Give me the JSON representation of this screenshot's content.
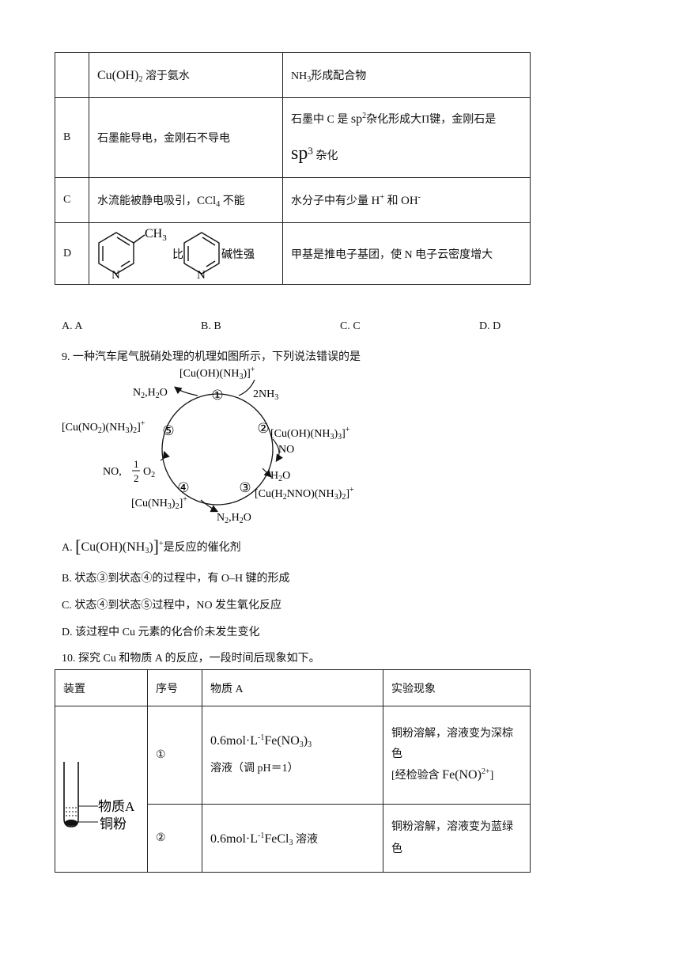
{
  "table1": {
    "rowA": {
      "label": "",
      "fact": "溶于氨水",
      "fact_formula": "Cu(OH)2",
      "reason": "形成配合物",
      "reason_formula": "NH3"
    },
    "rowB": {
      "label": "B",
      "fact": "石墨能导电，金刚石不导电",
      "reason_part1": "石墨中 C 是 ",
      "reason_sp2": "sp",
      "reason_part2": "杂化形成大Π键，金刚石是",
      "reason_sp3": "sp",
      "reason_part3": "杂化"
    },
    "rowC": {
      "label": "C",
      "fact_part1": "水流能被静电吸引，",
      "fact_formula": "CCl",
      "fact_part2": "不能",
      "reason_part1": "水分子中有少量 ",
      "reason_h": "H",
      "reason_and": " 和 ",
      "reason_oh": "OH"
    },
    "rowD": {
      "label": "D",
      "compare": "比",
      "strong": "碱性强",
      "methyl": "CH",
      "n1": "N",
      "n2": "N",
      "reason": "甲基是推电子基团，使 N 电子云密度增大"
    }
  },
  "options8": [
    "A. A",
    "B. B",
    "C. C",
    "D. D"
  ],
  "q9": {
    "stem": "9. 一种汽车尾气脱硝处理的机理如图所示，下列说法错误的是",
    "diagram": {
      "s1": "①",
      "s2": "②",
      "s3": "③",
      "s4": "④",
      "s5": "⑤",
      "c1": "[Cu(OH)(NH",
      "c2": "[Cu(OH)(NH",
      "c3": "[Cu(H",
      "c4": "[Cu(NH",
      "c5": "[Cu(NO",
      "nh3": "2NH",
      "no": "NO",
      "h2o": "H",
      "n2h2o_top": "N",
      "n2h2o_bot": "N",
      "no_o2": "NO,",
      "half_num": "1",
      "half_den": "2",
      "o2": "O"
    },
    "choices": {
      "A_text": "是反应的催化剂",
      "B": "B. 状态③到状态④的过程中，有 O–H 键的形成",
      "C": "C. 状态④到状态⑤过程中，NO 发生氧化反应",
      "D": "D. 该过程中 Cu 元素的化合价未发生变化"
    }
  },
  "q10": {
    "stem": "10. 探究 Cu 和物质 A 的反应，一段时间后现象如下。",
    "headers": [
      "装置",
      "序号",
      "物质 A",
      "实验现象"
    ],
    "rows": [
      {
        "no": "①",
        "subst_text": "溶液（调 pH＝1）",
        "phenom": "铜粉溶解，溶液变为深棕色",
        "phenom2": "[经检验含"
      },
      {
        "no": "②",
        "subst_text": "溶液",
        "phenom": "铜粉溶解，溶液变为蓝绿色"
      }
    ],
    "apparatus": {
      "label_a": "物质A",
      "label_cu": "铜粉"
    }
  }
}
